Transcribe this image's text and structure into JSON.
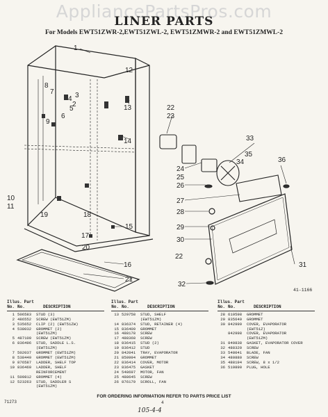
{
  "watermark": "AppliancePartsPros.com",
  "title": "LINER PARTS",
  "models": "For Models EWT51ZWR-2,EWT51ZWL-2, EWT51ZMWR-2 and EWT51ZMWL-2",
  "figure_number": "41-1166",
  "callouts": [
    "1",
    "2",
    "3",
    "4",
    "5",
    "6",
    "7",
    "8",
    "9",
    "10",
    "11",
    "12",
    "13",
    "14",
    "15",
    "16",
    "17",
    "18",
    "19",
    "20",
    "21",
    "22",
    "23",
    "24",
    "25",
    "26",
    "27",
    "28",
    "29",
    "30",
    "31",
    "32",
    "33",
    "34",
    "35",
    "36"
  ],
  "table": {
    "header_top": {
      "illus": "Illus.",
      "part": "Part"
    },
    "header_bottom": {
      "no": "No.",
      "no2": "No.",
      "desc": "DESCRIPTION"
    },
    "col1": [
      {
        "il": "1",
        "pn": "506583",
        "ds": "STUD (3)"
      },
      {
        "il": "2",
        "pn": "486552",
        "ds": "SCREW (EWT51ZM)"
      },
      {
        "il": "3",
        "pn": "535652",
        "ds": "CLIP (2) (EWT51ZW)"
      },
      {
        "il": "4",
        "pn": "538032",
        "ds": "GROMMET (2)"
      },
      {
        "il": "",
        "pn": "",
        "ds": "(EWT51ZM)"
      },
      {
        "il": "5",
        "pn": "487109",
        "ds": "SCREW (EWT51ZM)"
      },
      {
        "il": "6",
        "pn": "836496",
        "ds": "STUD, SADDLE L.S."
      },
      {
        "il": "",
        "pn": "",
        "ds": "(EWT51ZM)"
      },
      {
        "il": "7",
        "pn": "502037",
        "ds": "GROMMET (EWT51ZM)"
      },
      {
        "il": "8",
        "pn": "538449",
        "ds": "GROMMET (EWT51ZM)"
      },
      {
        "il": "9",
        "pn": "876587",
        "ds": "LADDER, SHELF TOP"
      },
      {
        "il": "10",
        "pn": "836469",
        "ds": "LADDER, SHELF"
      },
      {
        "il": "",
        "pn": "",
        "ds": "REINFORCEMENT"
      },
      {
        "il": "11",
        "pn": "509812",
        "ds": "GROMMET (4)"
      },
      {
        "il": "12",
        "pn": "523263",
        "ds": "STUD, SADDLER S"
      },
      {
        "il": "",
        "pn": "",
        "ds": "(EWT51ZM)"
      }
    ],
    "col2": [
      {
        "il": "13",
        "pn": "529758",
        "ds": "STUD, SHELF"
      },
      {
        "il": "",
        "pn": "",
        "ds": "(EWT51ZM)"
      },
      {
        "il": "14",
        "pn": "836374",
        "ds": "STUD, RETAINER (4)"
      },
      {
        "il": "15",
        "pn": "836409",
        "ds": "GROMMET"
      },
      {
        "il": "16",
        "pn": "488178",
        "ds": "SCREW"
      },
      {
        "il": "17",
        "pn": "488368",
        "ds": "SCREW"
      },
      {
        "il": "18",
        "pn": "836415",
        "ds": "STUD (2)"
      },
      {
        "il": "19",
        "pn": "836412",
        "ds": "STUD"
      },
      {
        "il": "20",
        "pn": "842041",
        "ds": "TRAY, EVAPORATOR"
      },
      {
        "il": "21",
        "pn": "850994",
        "ds": "GROMMET"
      },
      {
        "il": "22",
        "pn": "836414",
        "ds": "COVER, MOTOR"
      },
      {
        "il": "23",
        "pn": "836475",
        "ds": "GASKET"
      },
      {
        "il": "24",
        "pn": "548697",
        "ds": "MOTOR, FAN"
      },
      {
        "il": "25",
        "pn": "488645",
        "ds": "SCREW"
      },
      {
        "il": "26",
        "pn": "876179",
        "ds": "SCROLL, FAN"
      }
    ],
    "col3": [
      {
        "il": "28",
        "pn": "619598",
        "ds": "GROMMET"
      },
      {
        "il": "29",
        "pn": "835649",
        "ds": "GROMMET"
      },
      {
        "il": "30",
        "pn": "842999",
        "ds": "COVER, EVAPORATOR"
      },
      {
        "il": "",
        "pn": "",
        "ds": "(EWT51Z)"
      },
      {
        "il": "",
        "pn": "842998",
        "ds": "COVER, EVAPORATOR"
      },
      {
        "il": "",
        "pn": "",
        "ds": "(EWT51ZM)"
      },
      {
        "il": "31",
        "pn": "840838",
        "ds": "GASKET, EVAPORATOR COVER"
      },
      {
        "il": "32",
        "pn": "488320",
        "ds": "SCREW"
      },
      {
        "il": "33",
        "pn": "548041",
        "ds": "BLADE, FAN"
      },
      {
        "il": "34",
        "pn": "480880",
        "ds": "SCREW"
      },
      {
        "il": "35",
        "pn": "488194",
        "ds": "SCREW, 8 x 1/2"
      },
      {
        "il": "36",
        "pn": "519890",
        "ds": "PLUG, HOLE"
      }
    ]
  },
  "footer": "FOR ORDERING INFORMATION REFER TO PARTS PRICE LIST",
  "page_number": "4",
  "doc_code": "71273",
  "handwritten": "105-4-4"
}
